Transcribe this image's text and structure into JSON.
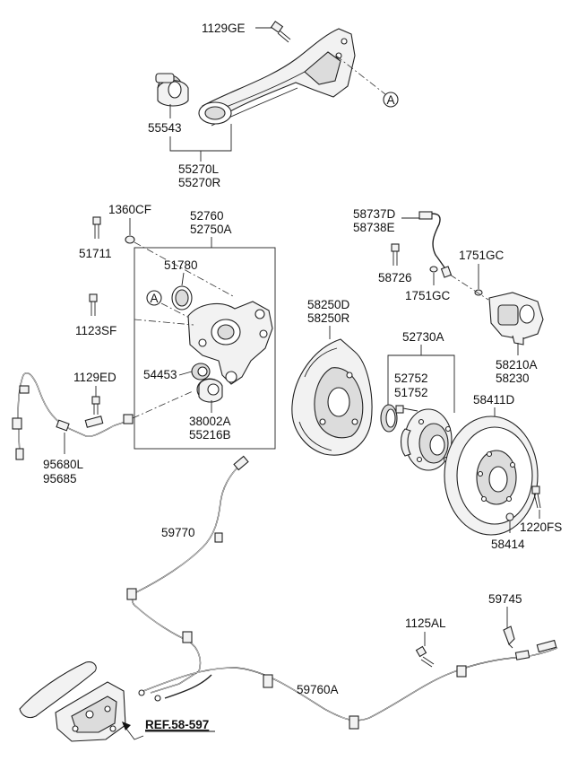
{
  "labels": {
    "p1129GE": "1129GE",
    "p55543": "55543",
    "p55270L": "55270L",
    "p55270R": "55270R",
    "p1360CF": "1360CF",
    "p51711": "51711",
    "p52760": "52760",
    "p52750A": "52750A",
    "p51780": "51780",
    "p1123SF": "1123SF",
    "p1129ED": "1129ED",
    "p54453": "54453",
    "p38002A": "38002A",
    "p55216B": "55216B",
    "p95680L": "95680L",
    "p95685": "95685",
    "p58737D": "58737D",
    "p58738E": "58738E",
    "p58726": "58726",
    "p1751GC_a": "1751GC",
    "p1751GC_b": "1751GC",
    "p58250D": "58250D",
    "p58250R": "58250R",
    "p52730A": "52730A",
    "p52752": "52752",
    "p51752": "51752",
    "p58210A": "58210A",
    "p58230": "58230",
    "p58411D": "58411D",
    "p1220FS": "1220FS",
    "p58414": "58414",
    "p59770": "59770",
    "p59745": "59745",
    "p1125AL": "1125AL",
    "p59760A": "59760A",
    "ref": "REF.58-597"
  },
  "callouts": {
    "a1": "A",
    "a2": "A"
  }
}
